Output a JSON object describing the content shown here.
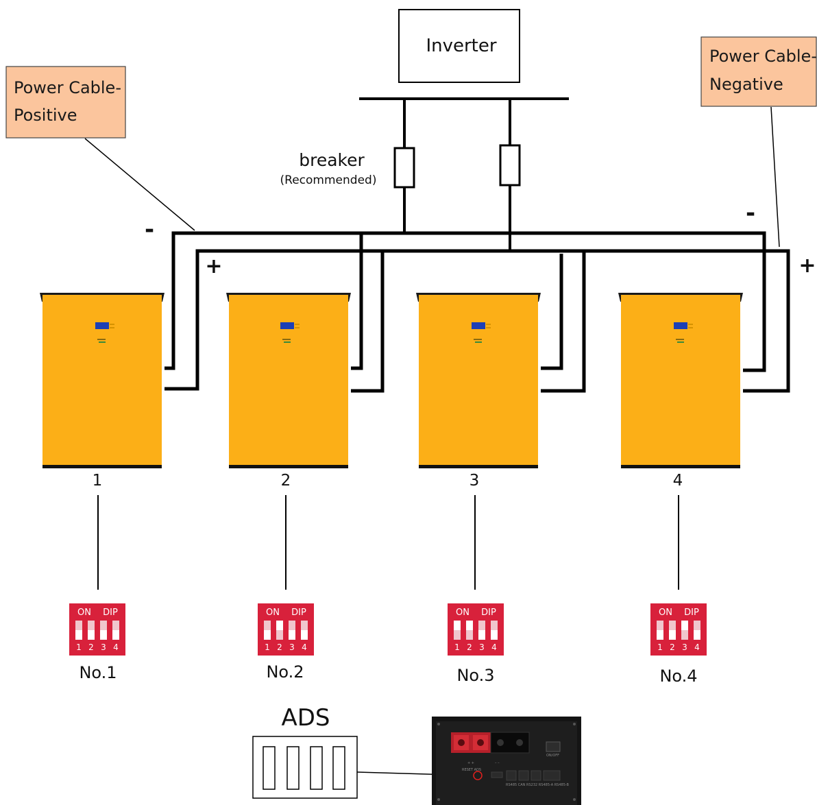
{
  "inverter": {
    "label": "Inverter"
  },
  "callouts": {
    "positive": {
      "line1": "Power Cable-",
      "line2": "Positive"
    },
    "negative": {
      "line1": "Power Cable-",
      "line2": "Negative"
    }
  },
  "breaker": {
    "label": "breaker",
    "note": "(Recommended)"
  },
  "polarity": {
    "minus": "-",
    "plus": "+"
  },
  "batteries": [
    {
      "number": "1",
      "dip_label": "No.1",
      "dip_on": [
        false,
        false,
        false,
        false
      ]
    },
    {
      "number": "2",
      "dip_label": "No.2",
      "dip_on": [
        false,
        true,
        false,
        false
      ]
    },
    {
      "number": "3",
      "dip_label": "No.3",
      "dip_on": [
        true,
        true,
        false,
        false
      ]
    },
    {
      "number": "4",
      "dip_label": "No.4",
      "dip_on": [
        false,
        false,
        true,
        false
      ]
    }
  ],
  "dip": {
    "on_text": "ON",
    "dip_text": "DIP",
    "switch_numbers": [
      "1",
      "2",
      "3",
      "4"
    ]
  },
  "ads": {
    "label": "ADS"
  },
  "panel": {
    "plus_marks": "+ +",
    "minus_marks": "– –",
    "on_off_text": "ON/OFF",
    "port_text": "RS485  CAN  RS232  RS485-A  RS485-B",
    "reset_text": "RESET  ADS"
  },
  "colors": {
    "battery": "#FCAF17",
    "callout_fill": "#FBC59D",
    "dip_red": "#D8213B",
    "cable": "#000000"
  }
}
